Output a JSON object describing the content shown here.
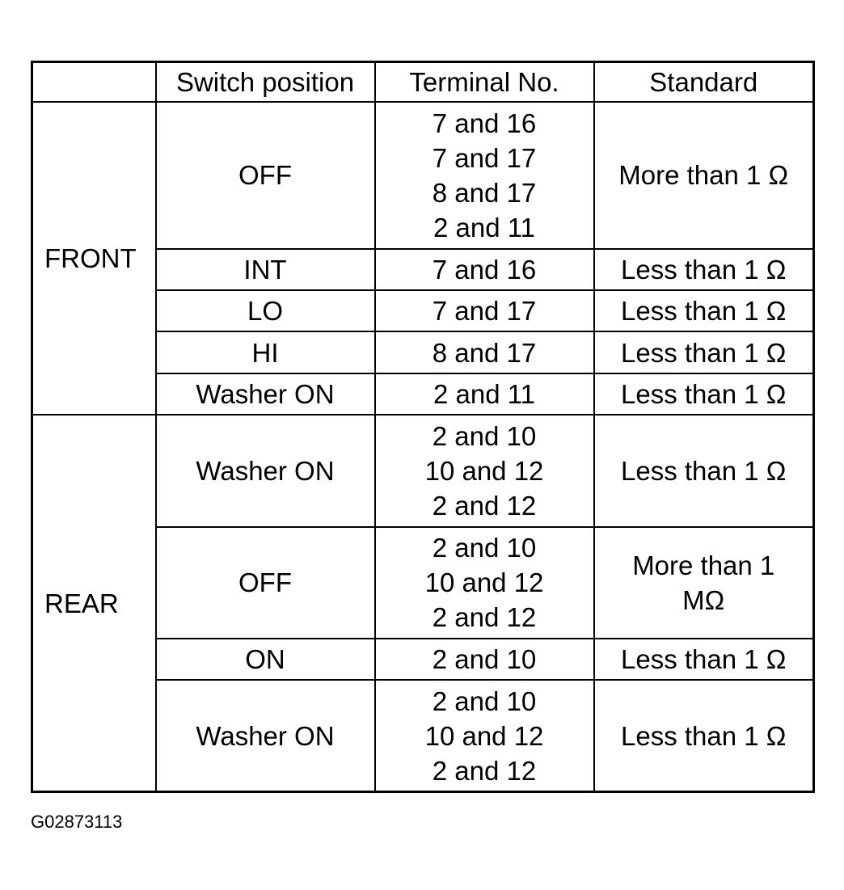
{
  "table": {
    "headers": [
      "",
      "Switch position",
      "Terminal No.",
      "Standard"
    ],
    "groups": [
      {
        "label": "FRONT",
        "rows": [
          {
            "position": "OFF",
            "terminals": [
              "7 and 16",
              "7 and 17",
              "8 and 17",
              "2 and 11"
            ],
            "standard": [
              "More than 1 Ω"
            ]
          },
          {
            "position": "INT",
            "terminals": [
              "7 and 16"
            ],
            "standard": [
              "Less than 1 Ω"
            ]
          },
          {
            "position": "LO",
            "terminals": [
              "7 and 17"
            ],
            "standard": [
              "Less than 1 Ω"
            ]
          },
          {
            "position": "HI",
            "terminals": [
              "8 and 17"
            ],
            "standard": [
              "Less than 1 Ω"
            ]
          },
          {
            "position": "Washer ON",
            "terminals": [
              "2 and 11"
            ],
            "standard": [
              "Less than 1 Ω"
            ]
          }
        ]
      },
      {
        "label": "REAR",
        "rows": [
          {
            "position": "Washer ON",
            "terminals": [
              "2 and 10",
              "10 and 12",
              "2 and 12"
            ],
            "standard": [
              "Less than 1 Ω"
            ]
          },
          {
            "position": "OFF",
            "terminals": [
              "2 and 10",
              "10 and 12",
              "2 and 12"
            ],
            "standard": [
              "More than 1",
              "MΩ"
            ]
          },
          {
            "position": "ON",
            "terminals": [
              "2 and 10"
            ],
            "standard": [
              "Less than 1 Ω"
            ]
          },
          {
            "position": "Washer ON",
            "terminals": [
              "2 and 10",
              "10 and 12",
              "2 and 12"
            ],
            "standard": [
              "Less than 1 Ω"
            ]
          }
        ]
      }
    ]
  },
  "figure_code": "G02873113"
}
